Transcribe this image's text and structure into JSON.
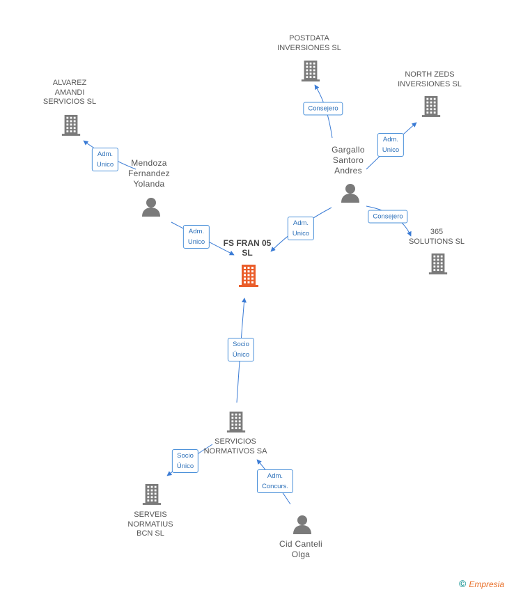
{
  "colors": {
    "edge": "#3a7bd5",
    "company": "#7a7a7a",
    "main_company": "#ea5d2a",
    "person": "#7a7a7a"
  },
  "nodes": {
    "fs_fran": {
      "label": "FS FRAN 05\nSL",
      "icon": "building-icon"
    },
    "postdata": {
      "label": "POSTDATA\nINVERSIONES SL",
      "icon": "building-icon"
    },
    "northzeds": {
      "label": "NORTH ZEDS\nINVERSIONES SL",
      "icon": "building-icon"
    },
    "alvarez": {
      "label": "ALVAREZ\nAMANDI\nSERVICIOS  SL",
      "icon": "building-icon"
    },
    "solutions365": {
      "label": "365\nSOLUTIONS SL",
      "icon": "building-icon"
    },
    "servicios": {
      "label": "SERVICIOS\nNORMATIVOS SA",
      "icon": "building-icon"
    },
    "serveis": {
      "label": "SERVEIS\nNORMATIUS\nBCN SL",
      "icon": "building-icon"
    },
    "gargallo": {
      "label": "Gargallo\nSantoro\nAndres",
      "icon": "person-icon"
    },
    "mendoza": {
      "label": "Mendoza\nFernandez\nYolanda",
      "icon": "person-icon"
    },
    "cid": {
      "label": "Cid Canteli\nOlga",
      "icon": "person-icon"
    }
  },
  "edges": {
    "gargallo_postdata": "Consejero",
    "gargallo_northzeds": "Adm.\nUnico",
    "gargallo_fsfran": "Adm.\nUnico",
    "gargallo_365": "Consejero",
    "mendoza_alvarez": "Adm.\nUnico",
    "mendoza_fsfran": "Adm.\nUnico",
    "servicios_fsfran": "Socio\nÚnico",
    "servicios_serveis": "Socio\nÚnico",
    "cid_servicios": "Adm.\nConcurs."
  },
  "watermark": {
    "copyright": "©",
    "brand": "Empresia"
  }
}
